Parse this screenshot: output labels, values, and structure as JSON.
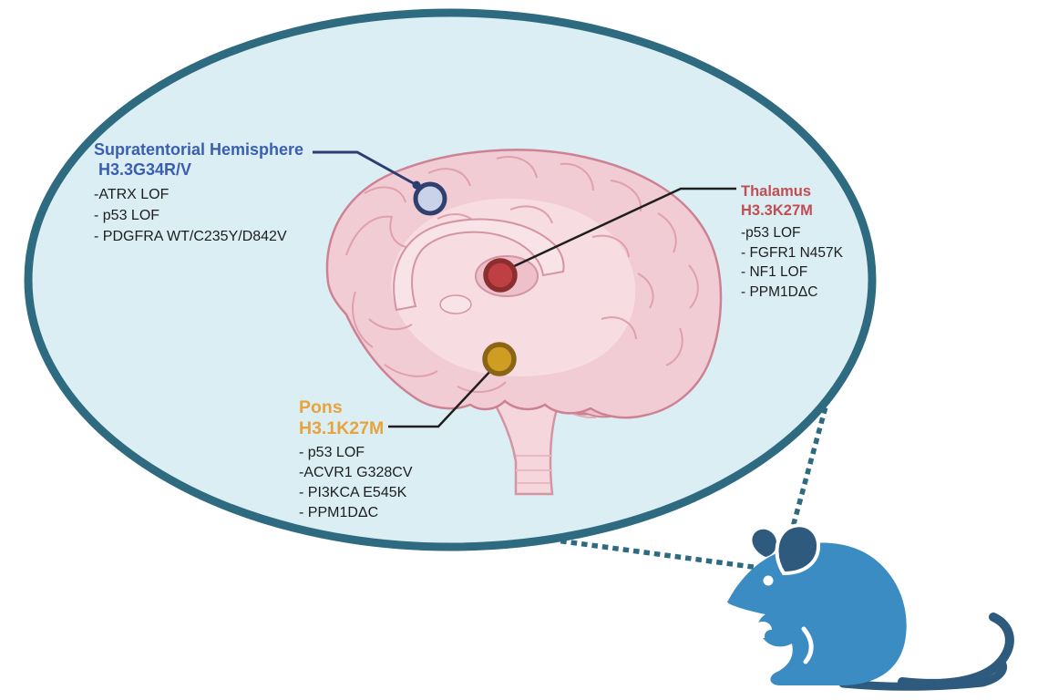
{
  "figure": {
    "type": "brain-tumor-location-diagram",
    "background": "#ffffff",
    "callout_ellipse": {
      "fill": "#dbeef4",
      "border": "#2e6b80"
    },
    "mouse": {
      "body_color": "#3a8cc3",
      "dark_color": "#2d5a7d",
      "eye_color": "#ffffff"
    },
    "brain_colors": {
      "base": "#f2ccd4",
      "outline": "#cd8293",
      "inner": "#f7dde2",
      "cerebellum": "#eec0ca"
    }
  },
  "annotations": [
    {
      "region": "Supratentorial Hemisphere",
      "histone": "H3.3G34R/V",
      "heading_color": "#3a5fb0",
      "marker_fill": "#c9d2e8",
      "marker_border": "#2f3f6e",
      "leader_color": "#2c3e70",
      "mutations": [
        "-ATRX LOF",
        "- p53 LOF",
        "- PDGFRA WT/C235Y/D842V"
      ]
    },
    {
      "region": "Thalamus",
      "histone": "H3.3K27M",
      "heading_color": "#c14e52",
      "marker_fill": "#bf4042",
      "marker_border": "#8b2e2e",
      "leader_color": "#1f1f1f",
      "mutations": [
        "-p53 LOF",
        "- FGFR1 N457K",
        "- NF1 LOF",
        "- PPM1DΔC"
      ]
    },
    {
      "region": "Pons",
      "histone": "H3.1K27M",
      "heading_color": "#e7a33c",
      "marker_fill": "#cf9d22",
      "marker_border": "#8a6516",
      "leader_color": "#1f1f1f",
      "mutations": [
        "- p53 LOF",
        "-ACVR1 G328CV",
        "- PI3KCA E545K",
        "- PPM1DΔC"
      ]
    }
  ]
}
